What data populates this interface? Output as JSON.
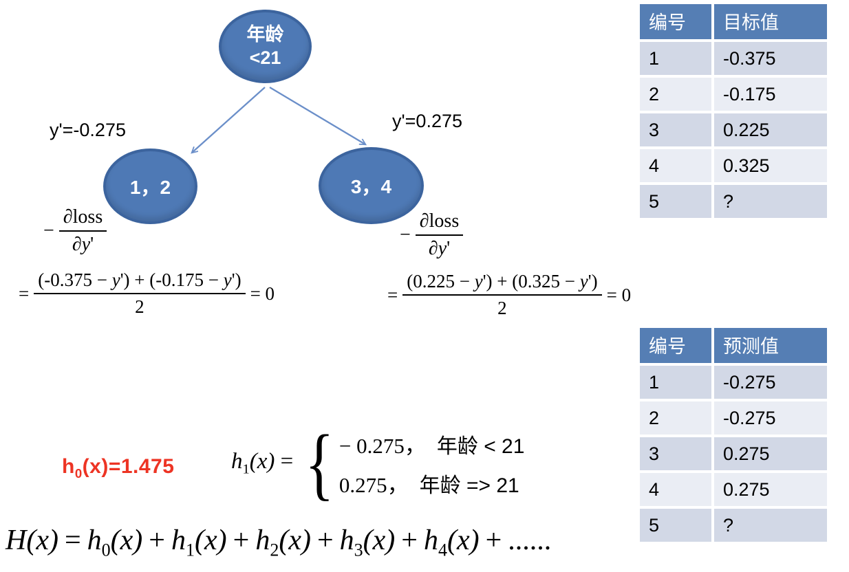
{
  "colors": {
    "node_fill": "#4e79b5",
    "node_border": "#3c649e",
    "arrow": "#6b8fc9",
    "table_header_bg": "#557eb4",
    "table_row_odd": "#d2d8e6",
    "table_row_even": "#eaedf4",
    "table_header_text": "#ffffff",
    "formula_red": "#ed3424",
    "text": "#000000"
  },
  "tree": {
    "root": {
      "line1": "年龄",
      "line2": "<21"
    },
    "left_node_label": "1，2",
    "right_node_label": "3，4",
    "left_branch_label": "y'=-0.275",
    "right_branch_label": "y'=0.275"
  },
  "gradient_left": {
    "minus": "−",
    "partial_top": {
      "d": "∂",
      "rest": "loss"
    },
    "partial_bottom": {
      "d": "∂",
      "var": "y",
      "prime": "'"
    },
    "eq": "=",
    "numerator_parts": [
      "(-0.375 − ",
      "y",
      "') + (-0.175 − ",
      "y",
      "')"
    ],
    "denominator": "2",
    "result": "= 0"
  },
  "gradient_right": {
    "minus": "−",
    "partial_top": {
      "d": "∂",
      "rest": "loss"
    },
    "partial_bottom": {
      "d": "∂",
      "var": "y",
      "prime": "'"
    },
    "eq": "=",
    "numerator_parts": [
      "(0.225 − ",
      "y",
      "') + (0.325 − ",
      "y",
      "')"
    ],
    "denominator": "2",
    "result": "= 0"
  },
  "tables": {
    "target": {
      "headers": [
        "编号",
        "目标值"
      ],
      "rows": [
        [
          "1",
          "-0.375"
        ],
        [
          "2",
          "-0.175"
        ],
        [
          "3",
          "0.225"
        ],
        [
          "4",
          "0.325"
        ],
        [
          "5",
          "?"
        ]
      ]
    },
    "prediction": {
      "headers": [
        "编号",
        "预测值"
      ],
      "rows": [
        [
          "1",
          "-0.275"
        ],
        [
          "2",
          "-0.275"
        ],
        [
          "3",
          "0.275"
        ],
        [
          "4",
          "0.275"
        ],
        [
          "5",
          "?"
        ]
      ]
    }
  },
  "h0_formula": {
    "base": "h",
    "sub": "0",
    "rest": "(x)=1.475"
  },
  "h1_formula": {
    "base": "h",
    "sub": "1",
    "arg": "(x)",
    "eq": "=",
    "brace": "{",
    "cases": [
      {
        "value": "− 0.275，",
        "condition": "年龄 < 21"
      },
      {
        "value": "0.275，",
        "condition": "年龄 => 21"
      }
    ]
  },
  "final_formula": {
    "lhs": "H",
    "arg": "(x)",
    "eq": "=",
    "plus": "+",
    "terms": [
      {
        "base": "h",
        "sub": "0"
      },
      {
        "base": "h",
        "sub": "1"
      },
      {
        "base": "h",
        "sub": "2"
      },
      {
        "base": "h",
        "sub": "3"
      },
      {
        "base": "h",
        "sub": "4"
      }
    ],
    "tail": "......"
  }
}
